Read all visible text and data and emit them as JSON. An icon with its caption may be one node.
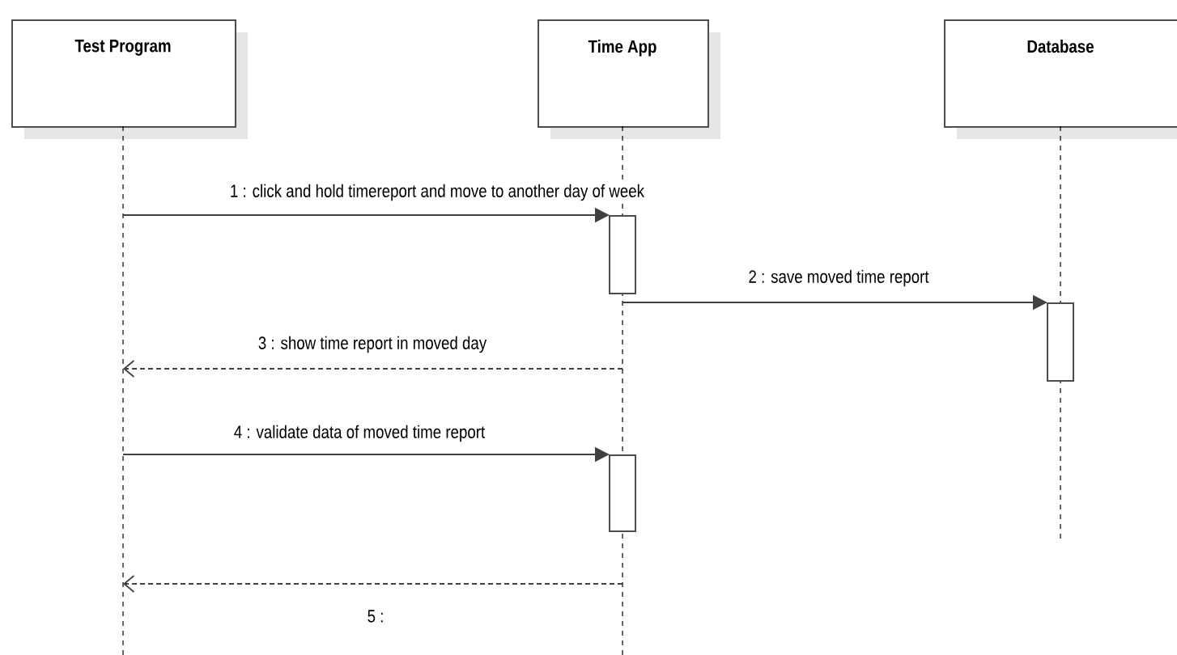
{
  "diagram": {
    "nodes": [
      {
        "text": [
          "Test Program"
        ]
      },
      {
        "text": [
          "Time App"
        ]
      },
      {
        "text": [
          "Database"
        ]
      },
      {
        "text": [],
        "shape": "line"
      },
      {
        "text": [],
        "shape": "line"
      },
      {
        "text": [],
        "shape": "line"
      },
      {
        "text": [],
        "shape": "bar"
      },
      {
        "text": [],
        "shape": "bar"
      },
      {
        "text": [],
        "shape": "bar"
      }
    ],
    "edges": [
      {
        "from": 3,
        "to": 6,
        "arrow": "to",
        "label": "1 : click and hold timereport and move to another day of week"
      },
      {
        "from": 4,
        "to": 7,
        "arrow": "to",
        "label": "2 : save moved time report"
      },
      {
        "from": 4,
        "to": 3,
        "arrow": "to",
        "label": "3 : show time report in moved day",
        "style": "dashed"
      },
      {
        "from": 3,
        "to": 8,
        "arrow": "to",
        "label": "4 : validate data of moved time report"
      },
      {
        "from": 4,
        "to": 3,
        "arrow": "to",
        "label": "5 :",
        "style": "dashed"
      }
    ]
  }
}
